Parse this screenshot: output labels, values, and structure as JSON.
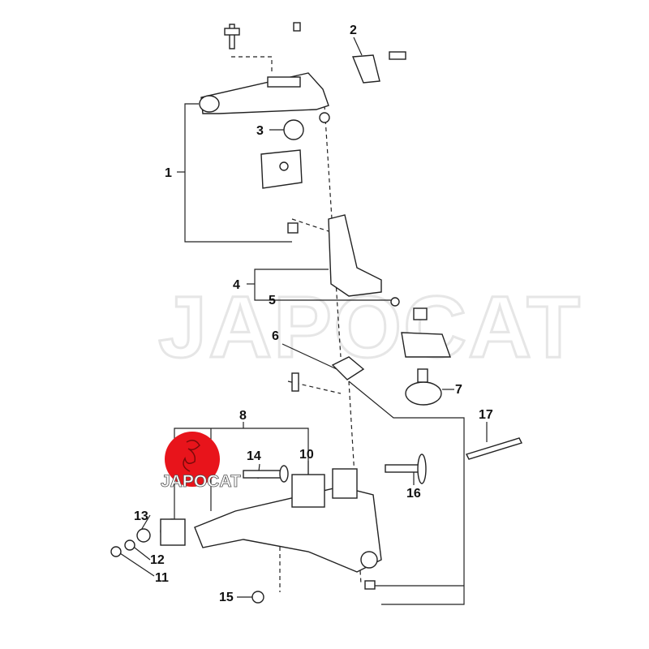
{
  "watermark": "JAPOCAT",
  "logo": {
    "text": "JAPOCAT",
    "color": "#e8141b"
  },
  "callouts": [
    {
      "id": "1",
      "label": "1"
    },
    {
      "id": "2",
      "label": "2"
    },
    {
      "id": "3",
      "label": "3"
    },
    {
      "id": "4",
      "label": "4"
    },
    {
      "id": "5",
      "label": "5"
    },
    {
      "id": "6",
      "label": "6"
    },
    {
      "id": "7",
      "label": "7"
    },
    {
      "id": "8",
      "label": "8"
    },
    {
      "id": "10",
      "label": "10"
    },
    {
      "id": "11",
      "label": "11"
    },
    {
      "id": "12",
      "label": "12"
    },
    {
      "id": "13",
      "label": "13"
    },
    {
      "id": "14",
      "label": "14"
    },
    {
      "id": "15",
      "label": "15"
    },
    {
      "id": "16",
      "label": "16"
    },
    {
      "id": "17",
      "label": "17"
    }
  ]
}
